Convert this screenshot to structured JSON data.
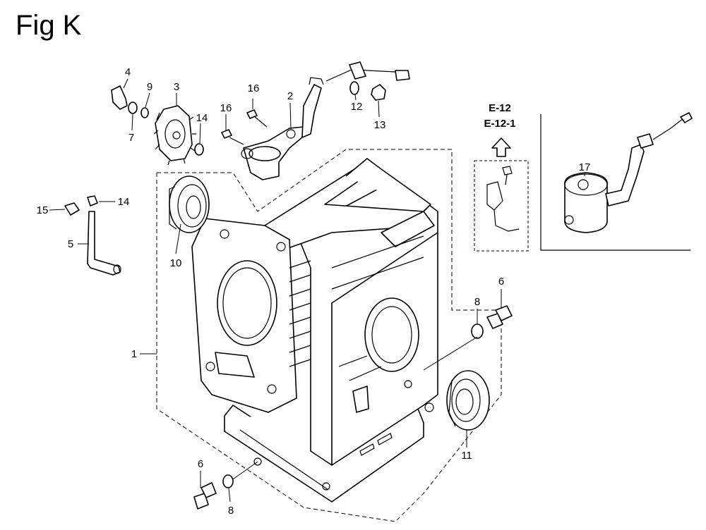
{
  "title": "Fig K",
  "reference": {
    "line1": "E-12",
    "line2": "E-12-1"
  },
  "callouts": {
    "p1": "1",
    "p2": "2",
    "p3": "3",
    "p4": "4",
    "p5": "5",
    "p6a": "6",
    "p6b": "6",
    "p7": "7",
    "p8a": "8",
    "p8b": "8",
    "p9": "9",
    "p10": "10",
    "p11": "11",
    "p12": "12",
    "p13": "13",
    "p14a": "14",
    "p14b": "14",
    "p15": "15",
    "p16a": "16",
    "p16b": "16",
    "p17": "17"
  }
}
